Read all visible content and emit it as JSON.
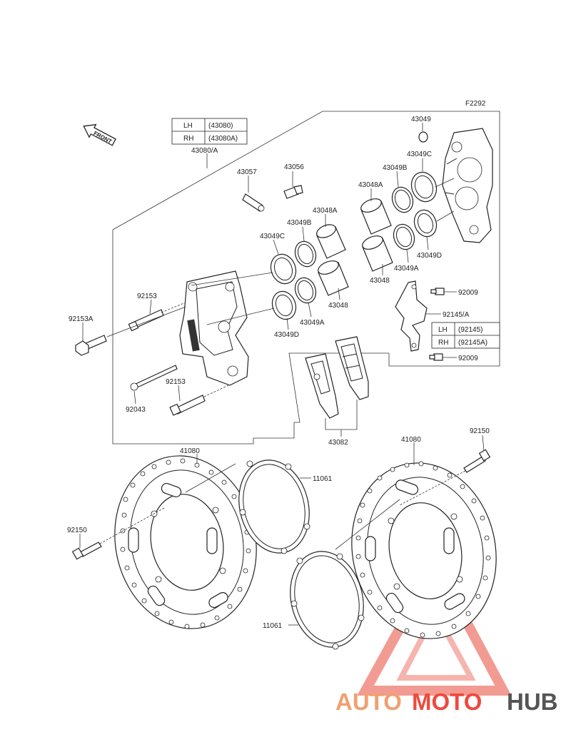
{
  "figure_code": "F2292",
  "front_label": "FRONT",
  "callouts": {
    "caliper_assy_lh": "43080/A",
    "pad_spring": "43057",
    "bleed_valve": "43056",
    "piston_seal_c_left": "43049C",
    "piston_seal_b_left": "43049B",
    "piston_a_left": "43048A",
    "piston_left": "43048",
    "seal_a_left": "43049A",
    "seal_d_left": "43049D",
    "bolt_upper": "92153",
    "bolt_a": "92153A",
    "pin": "92043",
    "bolt_lower": "92153",
    "pad_set": "43082",
    "cap": "43049",
    "seal_c_right": "43049C",
    "seal_b_right": "43049B",
    "piston_a_right": "43048A",
    "seal_d_right": "43049D",
    "seal_a_right": "43049A",
    "piston_right": "43048",
    "screw_upper": "92009",
    "bracket": "92145/A",
    "screw_lower": "92009",
    "disc_left": "41080",
    "disc_right": "41080",
    "bolt_disc_right": "92150",
    "bolt_disc_left": "92150",
    "gasket_upper": "11061",
    "gasket_lower": "11061"
  },
  "caliper_table": {
    "rows": [
      {
        "side": "LH",
        "part": "(43080)"
      },
      {
        "side": "RH",
        "part": "(43080A)"
      }
    ]
  },
  "bracket_table": {
    "rows": [
      {
        "side": "LH",
        "part": "(92145)"
      },
      {
        "side": "RH",
        "part": "(92145A)"
      }
    ]
  },
  "watermark": {
    "part1": "AUTO",
    "part2": "MOTO",
    "part3": "HUB",
    "color_main": "#f0a070",
    "color_accent": "#ee4a3f",
    "color_dark": "#555555"
  }
}
